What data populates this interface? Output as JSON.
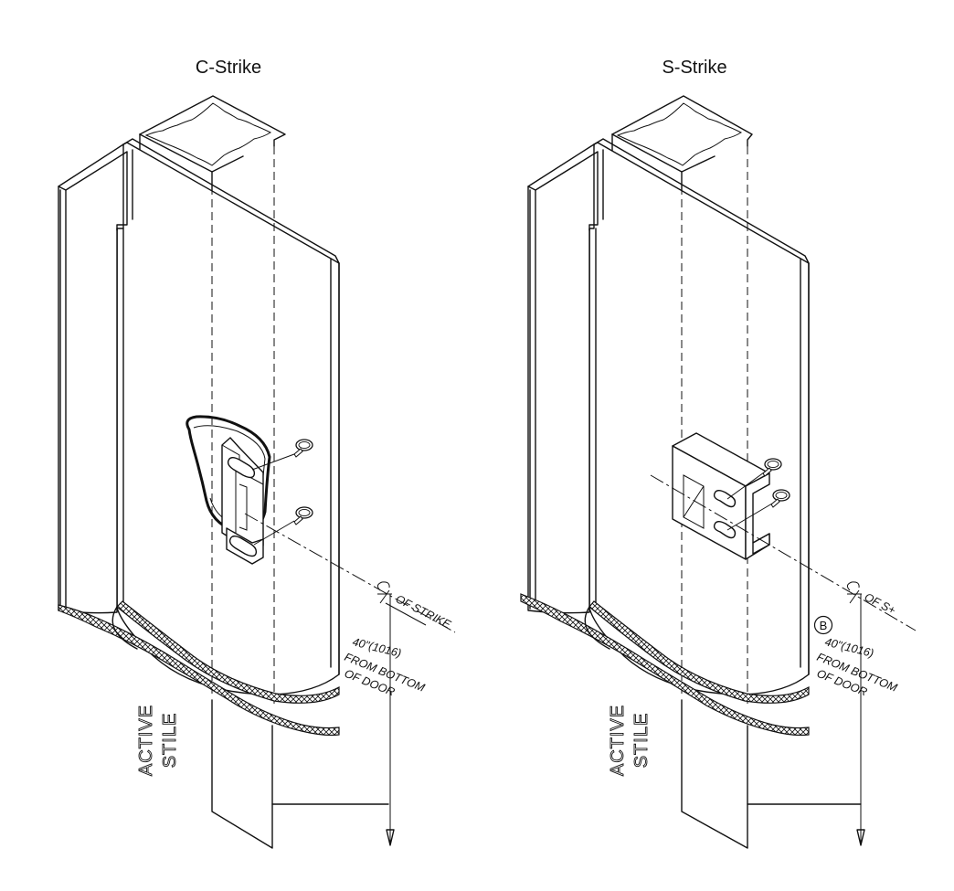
{
  "figures": [
    {
      "title": "C-Strike",
      "stile_label": [
        "ACTIVE",
        "STILE"
      ],
      "centerline_label": "OF STRIKE",
      "dimension_lines": [
        "40\"(1016)",
        "FROM BOTTOM",
        "OF DOOR"
      ]
    },
    {
      "title": "S-Strike",
      "stile_label": [
        "ACTIVE",
        "STILE"
      ],
      "centerline_label": "OF S+",
      "callout": "B",
      "dimension_lines": [
        "40\"(1016)",
        "FROM BOTTOM",
        "OF DOOR"
      ]
    }
  ]
}
